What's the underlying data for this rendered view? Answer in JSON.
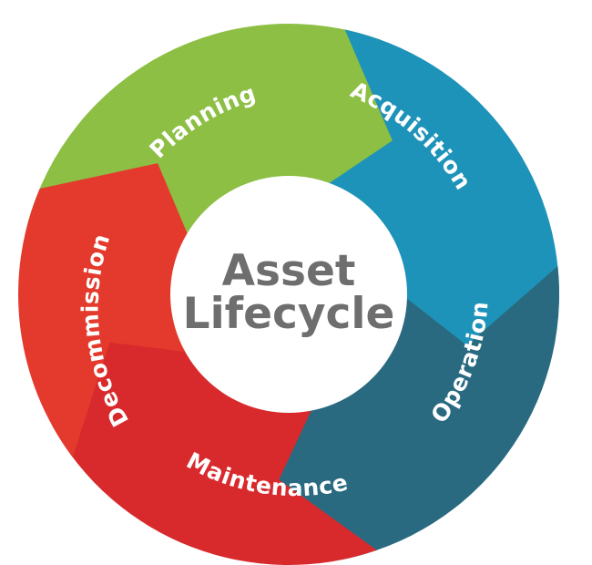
{
  "center": {
    "line1": "Asset",
    "line2": "Lifecycle"
  },
  "segments": [
    {
      "label": "Planning",
      "color": "#8cbf43"
    },
    {
      "label": "Acquisition",
      "color": "#1e93b9"
    },
    {
      "label": "Operation",
      "color": "#296a80"
    },
    {
      "label": "Maintenance",
      "color": "#d82a2c"
    },
    {
      "label": "Decommission",
      "color": "#e33a2d"
    }
  ]
}
